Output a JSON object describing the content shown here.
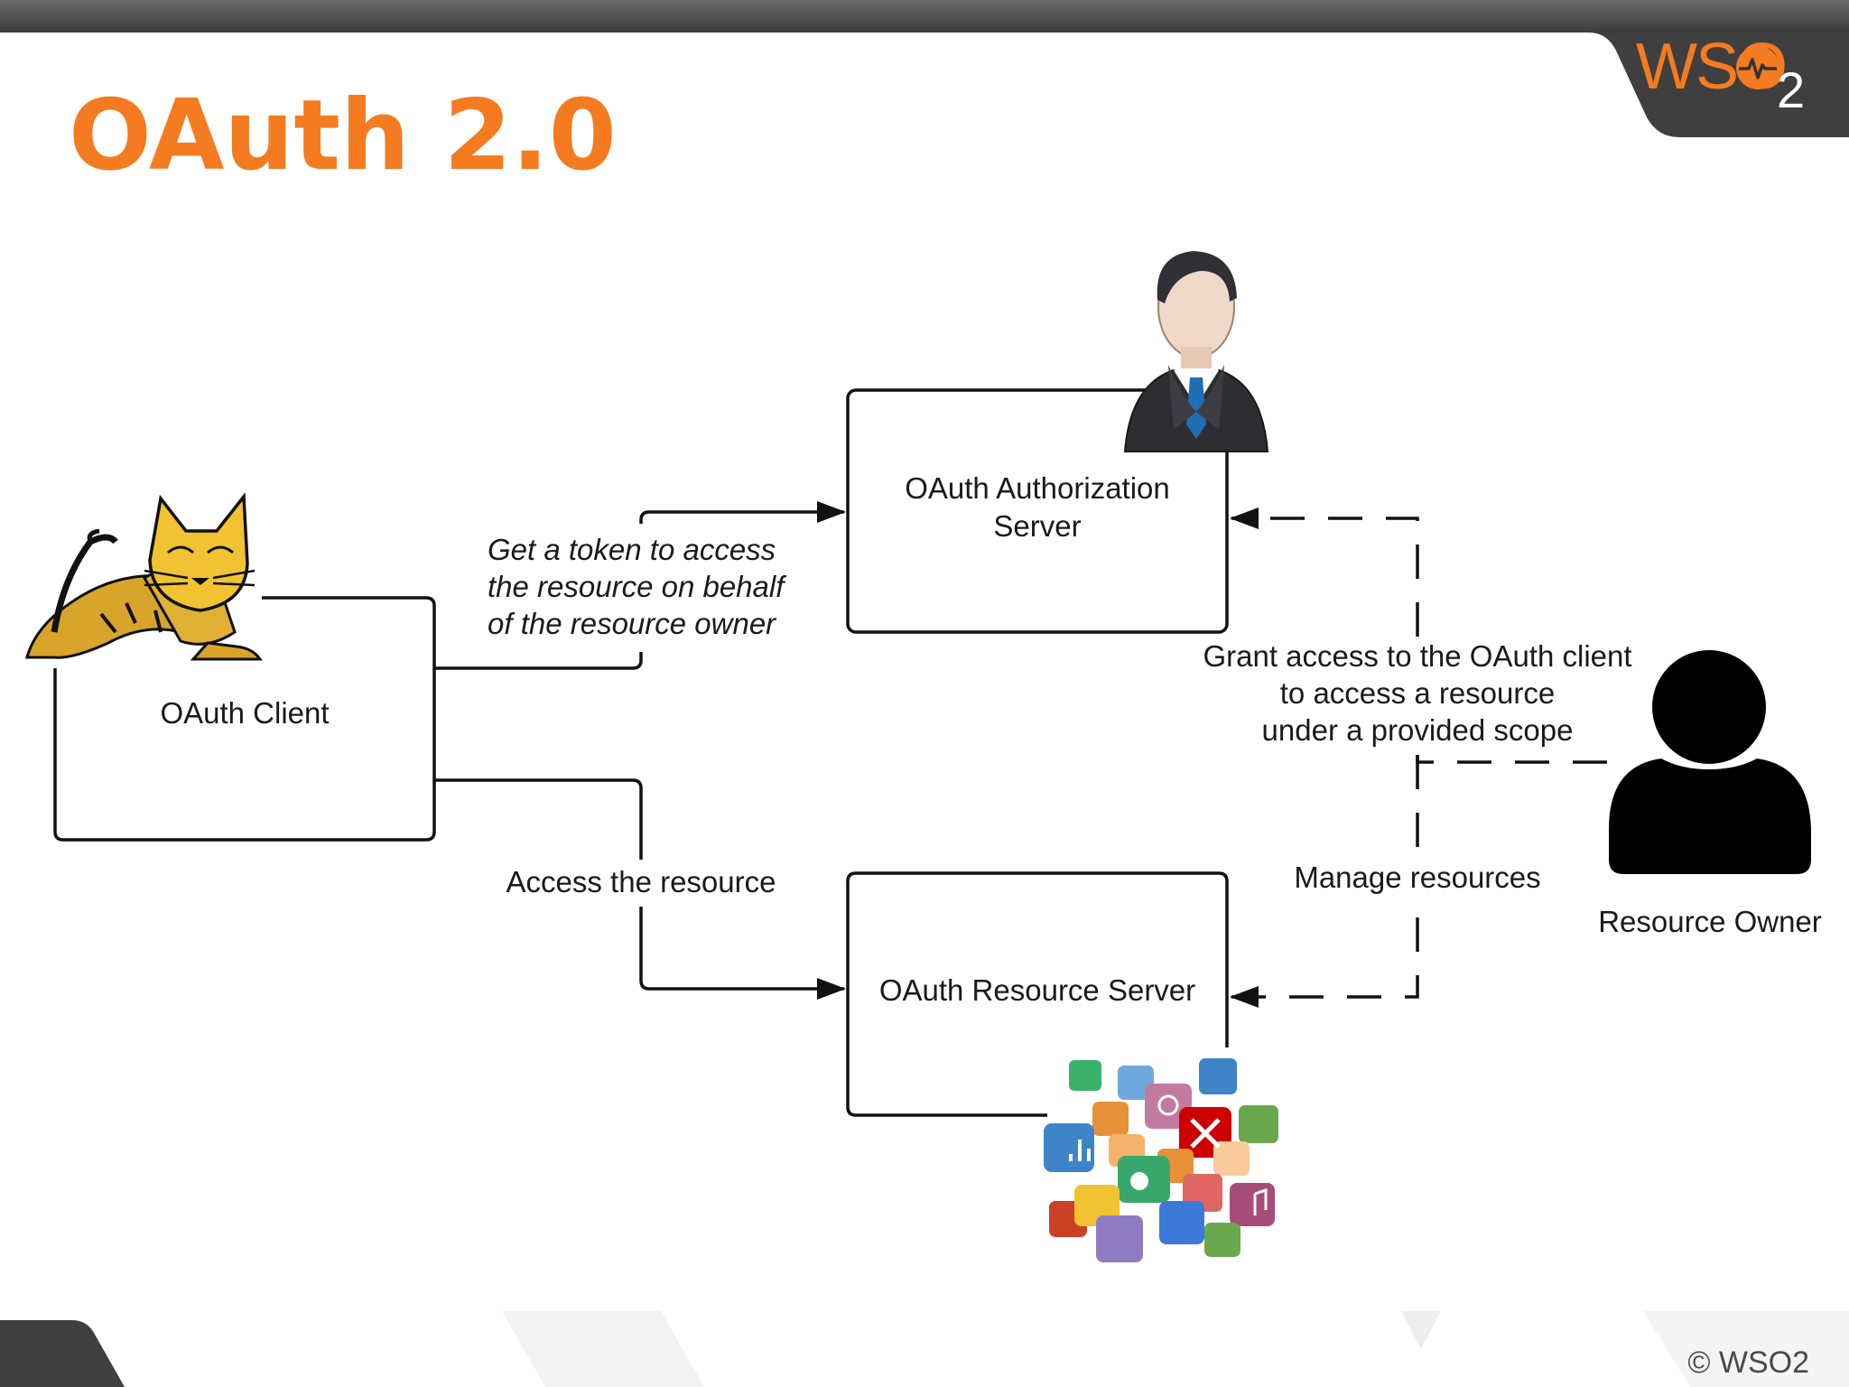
{
  "header": {
    "title": "OAuth 2.0",
    "logo_text": "WSO",
    "logo_subscript": "2"
  },
  "diagram": {
    "nodes": {
      "client": "OAuth Client",
      "auth_server_line1": "OAuth Authorization",
      "auth_server_line2": "Server",
      "resource_server": "OAuth Resource Server",
      "resource_owner": "Resource Owner"
    },
    "edges": {
      "get_token_line1": "Get a token to access",
      "get_token_line2": "the resource on behalf",
      "get_token_line3": "of the resource owner",
      "access_resource": "Access the resource",
      "grant_line1": "Grant access to the OAuth client",
      "grant_line2": "to access a resource",
      "grant_line3": "under a provided scope",
      "manage_resources": "Manage resources"
    }
  },
  "footer": {
    "copyright": "© WSO2"
  },
  "colors": {
    "accent": "#f47b20",
    "dark": "#3a3a3a",
    "line": "#111111"
  }
}
